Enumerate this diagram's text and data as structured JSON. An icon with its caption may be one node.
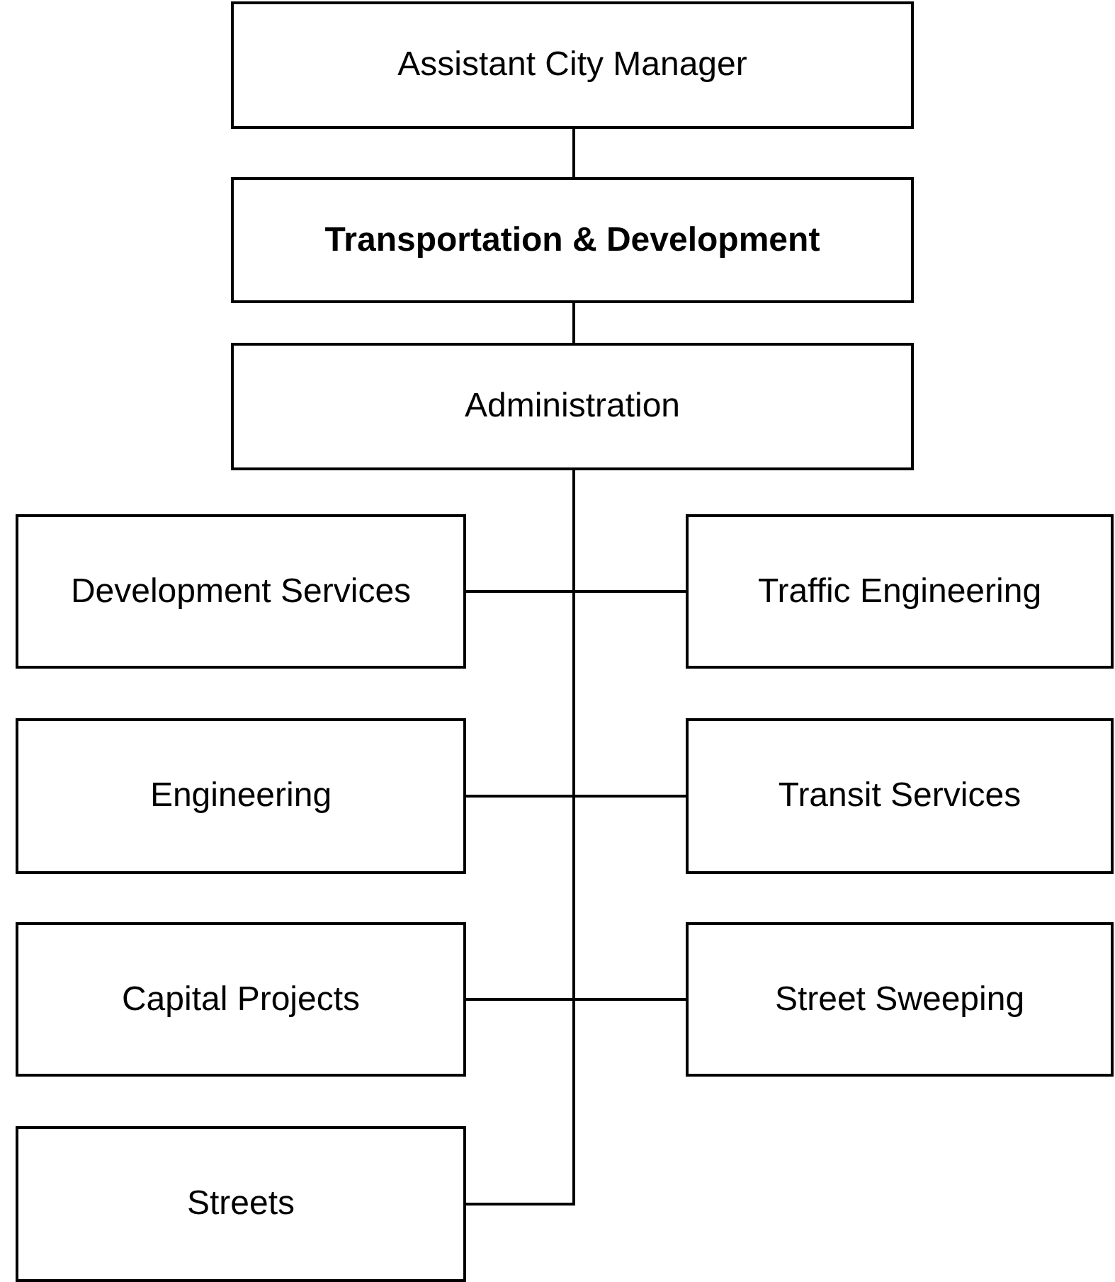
{
  "diagram": {
    "nodes": [
      {
        "text": [
          "Assistant City Manager"
        ]
      },
      {
        "text": [
          "Transportation & Development"
        ]
      },
      {
        "text": [
          "Administration"
        ]
      },
      {
        "text": [
          "Development Services"
        ]
      },
      {
        "text": [
          "Traffic Engineering"
        ]
      },
      {
        "text": [
          "Engineering"
        ]
      },
      {
        "text": [
          "Transit Services"
        ]
      },
      {
        "text": [
          "Capital Projects"
        ]
      },
      {
        "text": [
          "Street Sweeping"
        ]
      },
      {
        "text": [
          "Streets"
        ]
      }
    ],
    "edges": [
      {
        "from": 0,
        "to": 1,
        "arrow": "none"
      },
      {
        "from": 1,
        "to": 2,
        "arrow": "none"
      },
      {
        "from": 2,
        "to": 3,
        "arrow": "none"
      },
      {
        "from": 2,
        "to": 4,
        "arrow": "none"
      },
      {
        "from": 2,
        "to": 5,
        "arrow": "none"
      },
      {
        "from": 2,
        "to": 6,
        "arrow": "none"
      },
      {
        "from": 2,
        "to": 7,
        "arrow": "none"
      },
      {
        "from": 2,
        "to": 8,
        "arrow": "none"
      },
      {
        "from": 2,
        "to": 9,
        "arrow": "none"
      }
    ]
  }
}
